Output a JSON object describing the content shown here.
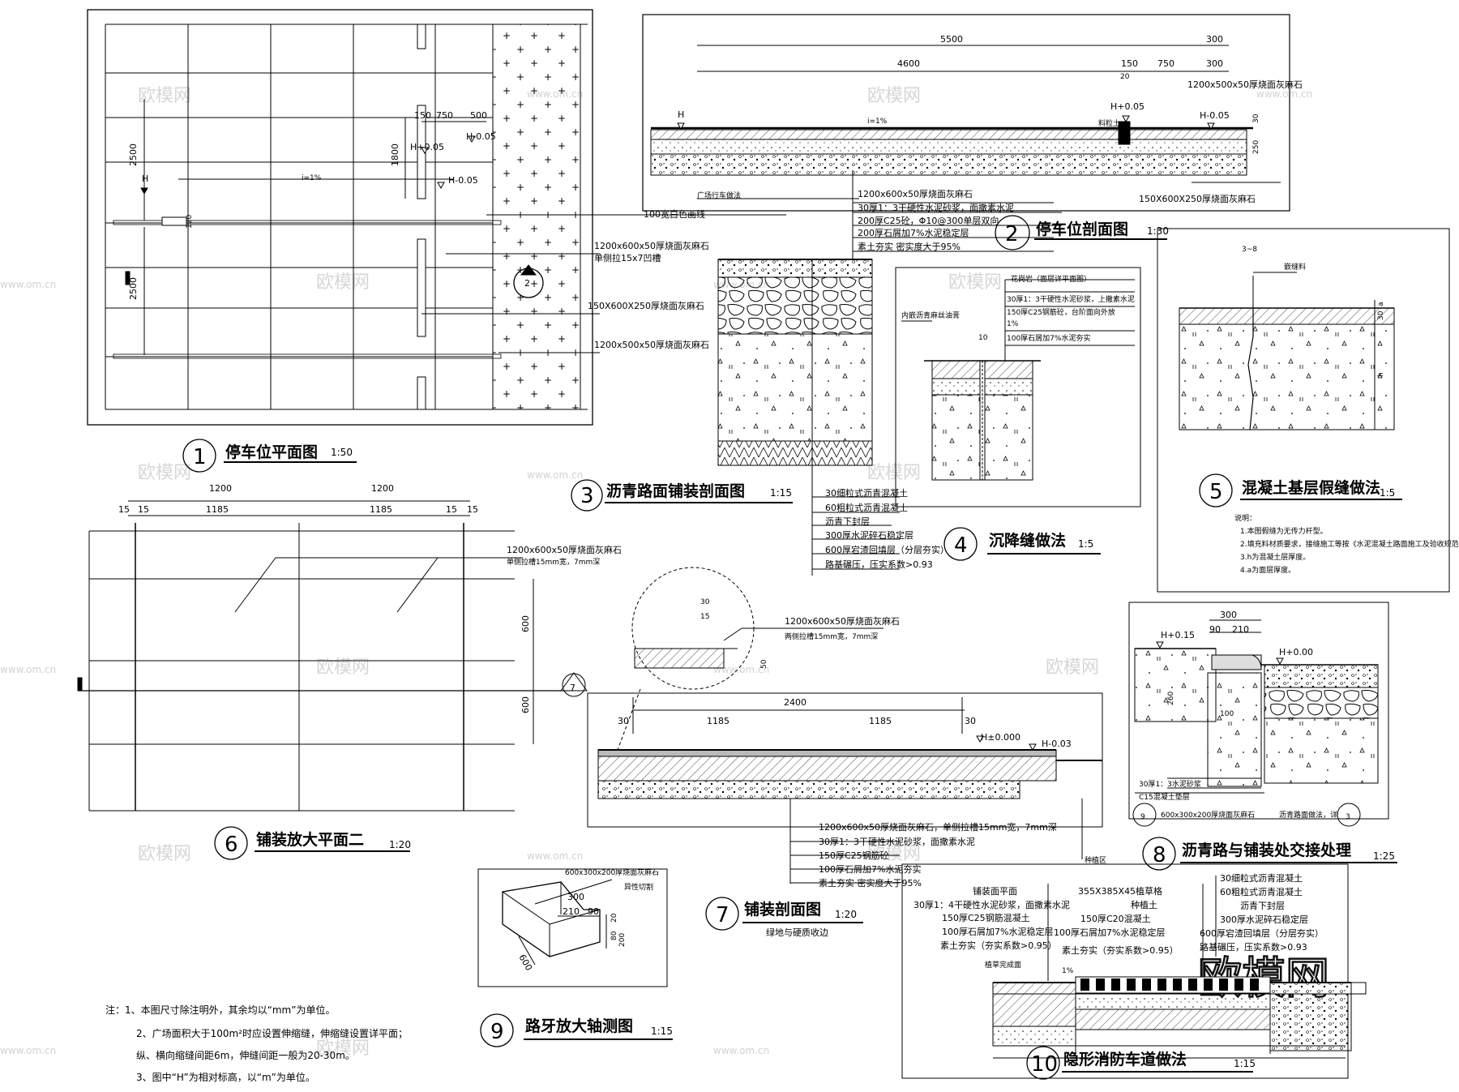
{
  "watermark": {
    "text": "欧模网",
    "url": "www.om.cn",
    "brand": "欧模网"
  },
  "drawings": [
    {
      "num": "1",
      "title": "停车位平面图",
      "scale": "1:50"
    },
    {
      "num": "2",
      "title": "停车位剖面图",
      "scale": "1:30"
    },
    {
      "num": "3",
      "title": "沥青路面铺装剖面图",
      "scale": "1:15"
    },
    {
      "num": "4",
      "title": "沉降缝做法",
      "scale": "1:5"
    },
    {
      "num": "5",
      "title": "混凝土基层假缝做法",
      "scale": "1:5"
    },
    {
      "num": "6",
      "title": "铺装放大平面二",
      "scale": "1:20"
    },
    {
      "num": "7",
      "title": "铺装剖面图",
      "scale": "1:20",
      "subtitle": "绿地与硬质收边"
    },
    {
      "num": "8",
      "title": "沥青路与铺装处交接处理",
      "scale": "1:25"
    },
    {
      "num": "9",
      "title": "路牙放大轴测图",
      "scale": "1:15"
    },
    {
      "num": "10",
      "title": "隐形消防车道做法",
      "scale": "1:15"
    }
  ],
  "d1": {
    "dims": [
      "2500",
      "2500",
      "1800",
      "120",
      "150",
      "750",
      "500"
    ],
    "levels": [
      "H+0.05",
      "H-0.05",
      "H-0.05",
      "H"
    ],
    "slope": "i=1%",
    "marker": "2",
    "labels": [
      "1200x600x50厚烧面灰麻石",
      "单侧拉15x7凹槽",
      "150X600X250厚烧面灰麻石",
      "1200x500x50厚烧面灰麻石",
      "100宽白色画线"
    ]
  },
  "d2": {
    "dims": [
      "5500",
      "4600",
      "150",
      "750",
      "300",
      "300",
      "20",
      "30",
      "250"
    ],
    "levels": [
      "H",
      "H+0.05",
      "H-0.05"
    ],
    "slope": "i=1%",
    "labels": [
      "1200x500x50厚烧面灰麻石",
      "料粒土",
      "广场行车做法",
      "150X600X250厚烧面灰麻石"
    ],
    "layers": [
      "1200x600x50厚烧面灰麻石",
      "30厚1：3干硬性水泥砂浆，面撒素水泥",
      "200厚C25砼，Φ10@300单层双向",
      "200厚石屑加7%水泥稳定层",
      "素土夯实 密实度大于95%"
    ]
  },
  "d3": {
    "layers": [
      "30细粒式沥青混凝土",
      "60粗粒式沥青混凝土",
      "沥青下封层",
      "300厚水泥碎石稳定层",
      "600厚宕渣回填层（分层夯实）",
      "路基碾压，压实系数>0.93"
    ]
  },
  "d4": {
    "labels": [
      "花岗岩（面层详平面图）",
      "30厚1：3干硬性水泥砂浆，上撒素水泥",
      "150厚C25钢筋砼，台阶面向外放",
      "1%",
      "100厚石屑加7%水泥夯实",
      "内嵌沥青麻丝油膏",
      "10"
    ]
  },
  "d5": {
    "dims": [
      "3~8",
      "30",
      "a",
      "h"
    ],
    "labels": [
      "嵌缝料"
    ],
    "notes": [
      "说明：",
      "1.本图假缝为无传力杆型。",
      "2.填充料材质要求，接缝施工等按《水泥混凝土路面施工及验收规范（GBJ97-87）》中有关规定执行。",
      "3.h为混凝土层厚度。",
      "4.a为面层厚度。"
    ]
  },
  "d6": {
    "dims": [
      "1200",
      "1200",
      "15",
      "15",
      "1185",
      "1185",
      "15",
      "15",
      "600",
      "600"
    ],
    "labels": [
      "1200x600x50厚烧面灰麻石",
      "单侧拉槽15mm宽，7mm深"
    ],
    "marker": "7"
  },
  "d7": {
    "dims": [
      "2400",
      "1185",
      "1185",
      "30",
      "30",
      "30",
      "15",
      "50"
    ],
    "levels": [
      "H±0.000",
      "H-0.03"
    ],
    "detail_labels": [
      "1200x600x50厚烧面灰麻石",
      "两侧拉槽15mm宽，7mm深"
    ],
    "layers": [
      "1200x600x50厚烧面灰麻石，单侧拉槽15mm宽，7mm深",
      "30厚1：3干硬性水泥砂浆，面撒素水泥",
      "150厚C25钢筋砼",
      "100厚石屑加7%水泥夯实",
      "素土夯实 密实度大于95%"
    ],
    "side_label": "种植区"
  },
  "d8": {
    "dims": [
      "300",
      "90",
      "210",
      "260",
      "100"
    ],
    "levels": [
      "H+0.15",
      "H+0.00"
    ],
    "labels": [
      "30厚1：3水泥砂浆",
      "C15混凝土垫层",
      "600x300x200厚烧面灰麻石",
      "沥青路面做法，详"
    ],
    "refs": [
      "9",
      "3"
    ]
  },
  "d9": {
    "dims": [
      "600",
      "300",
      "210",
      "90",
      "200",
      "80",
      "20"
    ],
    "labels": [
      "600x300x200厚烧面灰麻石",
      "异性切割"
    ]
  },
  "d10": {
    "left_layers": [
      "铺装面平面",
      "30厚1：4干硬性水泥砂浆，面撒素水泥",
      "150厚C25钢筋混凝土",
      "100厚石屑加7%水泥稳定层",
      "素土夯实（夯实系数>0.95）",
      "植草完成面"
    ],
    "mid_layers": [
      "355X385X45植草格",
      "种植土",
      "150厚C20混凝土",
      "100厚石屑加7%水泥稳定层",
      "素土夯实（夯实系数>0.95）"
    ],
    "right_layers": [
      "30细粒式沥青混凝土",
      "60粗粒式沥青混凝土",
      "沥青下封层",
      "300厚水泥碎石稳定层",
      "600厚宕渣回填层（分层夯实）",
      "路基碾压，压实系数>0.93"
    ],
    "slope": "1%"
  },
  "notes": {
    "lines": [
      "注：1、本图尺寸除注明外，其余均以“mm”为单位。",
      "2、广场面积大于100m²时应设置伸缩缝，伸缩缝设置详平面；",
      "纵、横向缩缝间距6m，伸缝间距一般为20-30m。",
      "3、图中“H”为相对标高，以“m”为单位。"
    ]
  }
}
